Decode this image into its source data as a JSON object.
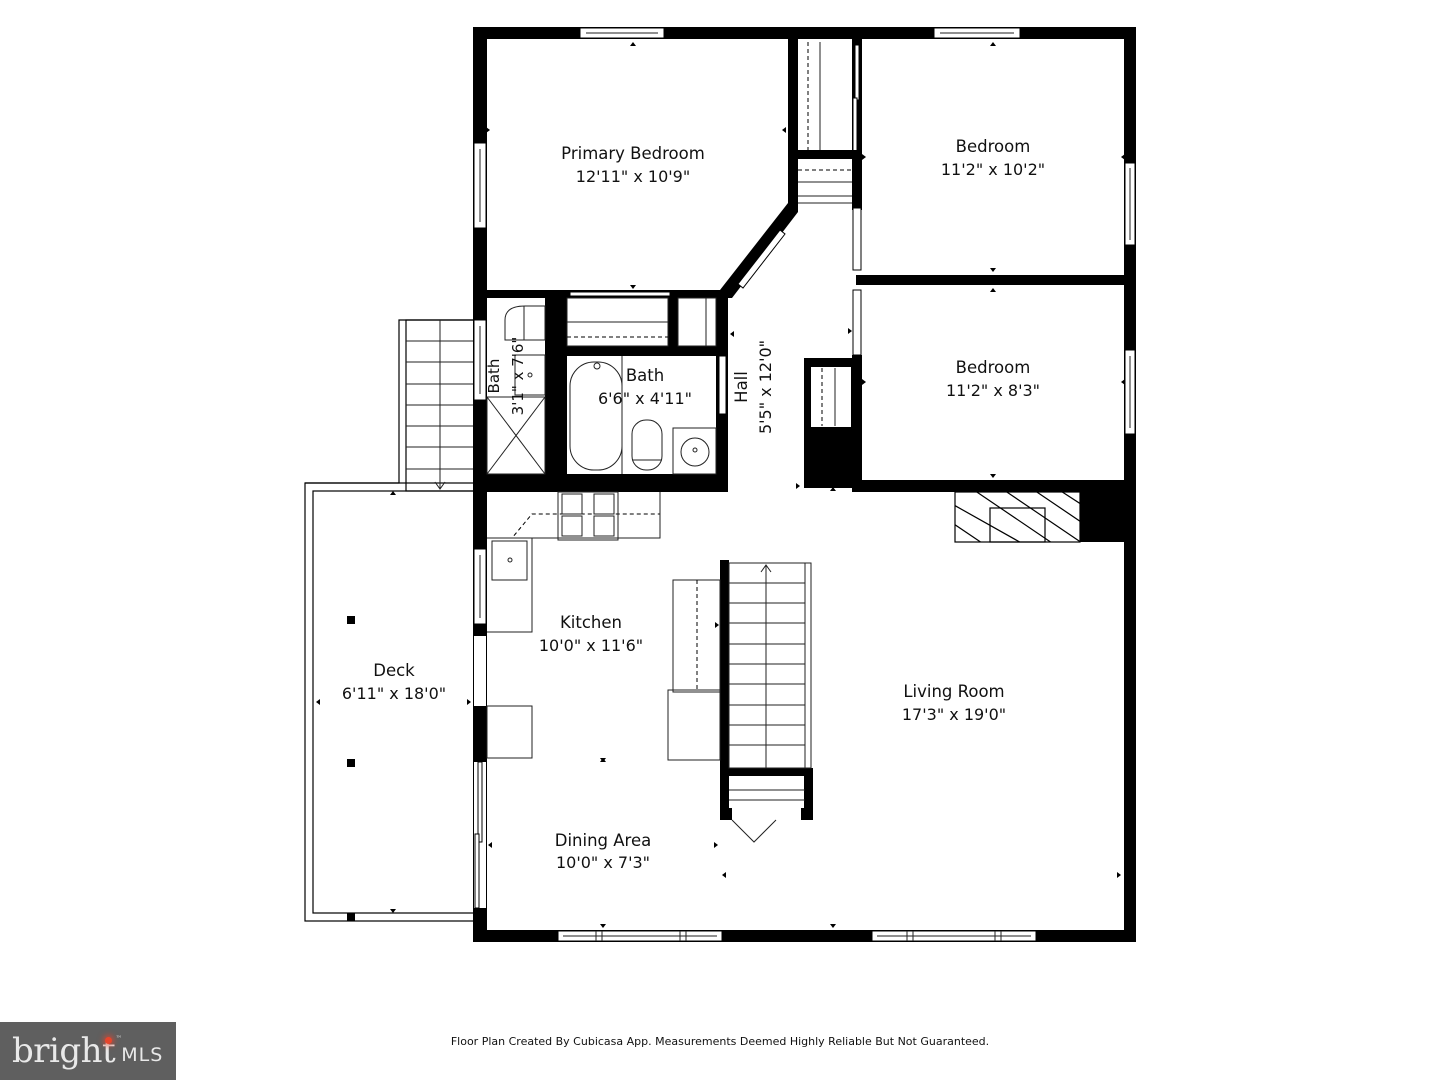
{
  "plan": {
    "rooms": [
      {
        "id": "primary-bedroom",
        "name": "Primary Bedroom",
        "dims": "12'11\" x 10'9\""
      },
      {
        "id": "bedroom-1",
        "name": "Bedroom",
        "dims": "11'2\" x 10'2\""
      },
      {
        "id": "bedroom-2",
        "name": "Bedroom",
        "dims": "11'2\" x 8'3\""
      },
      {
        "id": "bath-small",
        "name": "Bath",
        "dims": "3'1\" x 7'6\""
      },
      {
        "id": "bath-main",
        "name": "Bath",
        "dims": "6'6\" x 4'11\""
      },
      {
        "id": "hall",
        "name": "Hall",
        "dims": "5'5\" x 12'0\""
      },
      {
        "id": "kitchen",
        "name": "Kitchen",
        "dims": "10'0\" x 11'6\""
      },
      {
        "id": "living-room",
        "name": "Living Room",
        "dims": "17'3\" x 19'0\""
      },
      {
        "id": "dining-area",
        "name": "Dining Area",
        "dims": "10'0\" x 7'3\""
      },
      {
        "id": "deck",
        "name": "Deck",
        "dims": "6'11\" x 18'0\""
      }
    ],
    "colors": {
      "wall": "#000000",
      "background": "#ffffff",
      "logo_bg": "#5f5f5f",
      "logo_accent": "#e8452c"
    }
  },
  "footer": {
    "disclaimer": "Floor Plan Created By Cubicasa App. Measurements Deemed Highly Reliable But Not Guaranteed."
  },
  "branding": {
    "logo_word": "bright",
    "logo_suffix": "MLS",
    "logo_tm": "™"
  }
}
